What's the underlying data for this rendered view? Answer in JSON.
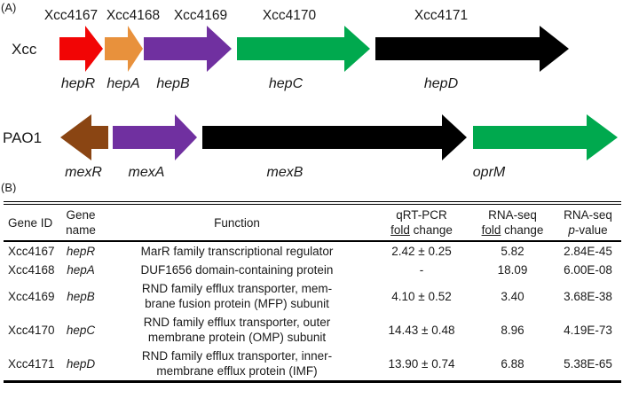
{
  "panel_a": {
    "label": "(A)",
    "rows": [
      {
        "organism": "Xcc",
        "genes": [
          {
            "id": "Xcc4167",
            "name": "hepR",
            "color": "#f20505"
          },
          {
            "id": "Xcc4168",
            "name": "hepA",
            "color": "#e8913c"
          },
          {
            "id": "Xcc4169",
            "name": "hepB",
            "color": "#7030a0"
          },
          {
            "id": "Xcc4170",
            "name": "hepC",
            "color": "#00a94e"
          },
          {
            "id": "Xcc4171",
            "name": "hepD",
            "color": "#000000"
          }
        ]
      },
      {
        "organism": "PAO1",
        "genes": [
          {
            "name": "mexR",
            "color": "#8a4513",
            "direction": "left"
          },
          {
            "name": "mexA",
            "color": "#7030a0",
            "direction": "right"
          },
          {
            "name": "mexB",
            "color": "#000000",
            "direction": "right"
          },
          {
            "name": "oprM",
            "color": "#00a94e",
            "direction": "right"
          }
        ]
      }
    ]
  },
  "panel_b": {
    "label": "(B)",
    "table": {
      "headers": {
        "gene_id": "Gene ID",
        "gene_name": "Gene\nname",
        "function": "Function",
        "qrt_pcr": {
          "line1": "qRT-PCR",
          "underlined": "fold",
          "rest": " change"
        },
        "rna_seq_fold": {
          "line1": "RNA-seq",
          "underlined": "fold",
          "rest": " change"
        },
        "rna_seq_p": {
          "line1": "RNA-seq",
          "italic": "p",
          "rest": "-value"
        }
      },
      "rows": [
        {
          "gene_id": "Xcc4167",
          "gene_name": "hepR",
          "function": "MarR family transcriptional regulator",
          "qrt_pcr": "2.42 ± 0.25",
          "rna_seq_fold": "5.82",
          "rna_seq_p": "2.84E-45"
        },
        {
          "gene_id": "Xcc4168",
          "gene_name": "hepA",
          "function": "DUF1656 domain-containing protein",
          "qrt_pcr": "-",
          "rna_seq_fold": "18.09",
          "rna_seq_p": "6.00E-08"
        },
        {
          "gene_id": "Xcc4169",
          "gene_name": "hepB",
          "function": "RND family efflux transporter, mem-\nbrane fusion protein (MFP) subunit",
          "qrt_pcr": "4.10 ± 0.52",
          "rna_seq_fold": "3.40",
          "rna_seq_p": "3.68E-38"
        },
        {
          "gene_id": "Xcc4170",
          "gene_name": "hepC",
          "function": "RND family efflux transporter, outer\nmembrane protein (OMP) subunit",
          "qrt_pcr": "14.43 ± 0.48",
          "rna_seq_fold": "8.96",
          "rna_seq_p": "4.19E-73"
        },
        {
          "gene_id": "Xcc4171",
          "gene_name": "hepD",
          "function": "RND family efflux transporter, inner-\nmembrane efflux protein (IMF)",
          "qrt_pcr": "13.90 ± 0.74",
          "rna_seq_fold": "6.88",
          "rna_seq_p": "5.38E-65"
        }
      ]
    }
  }
}
